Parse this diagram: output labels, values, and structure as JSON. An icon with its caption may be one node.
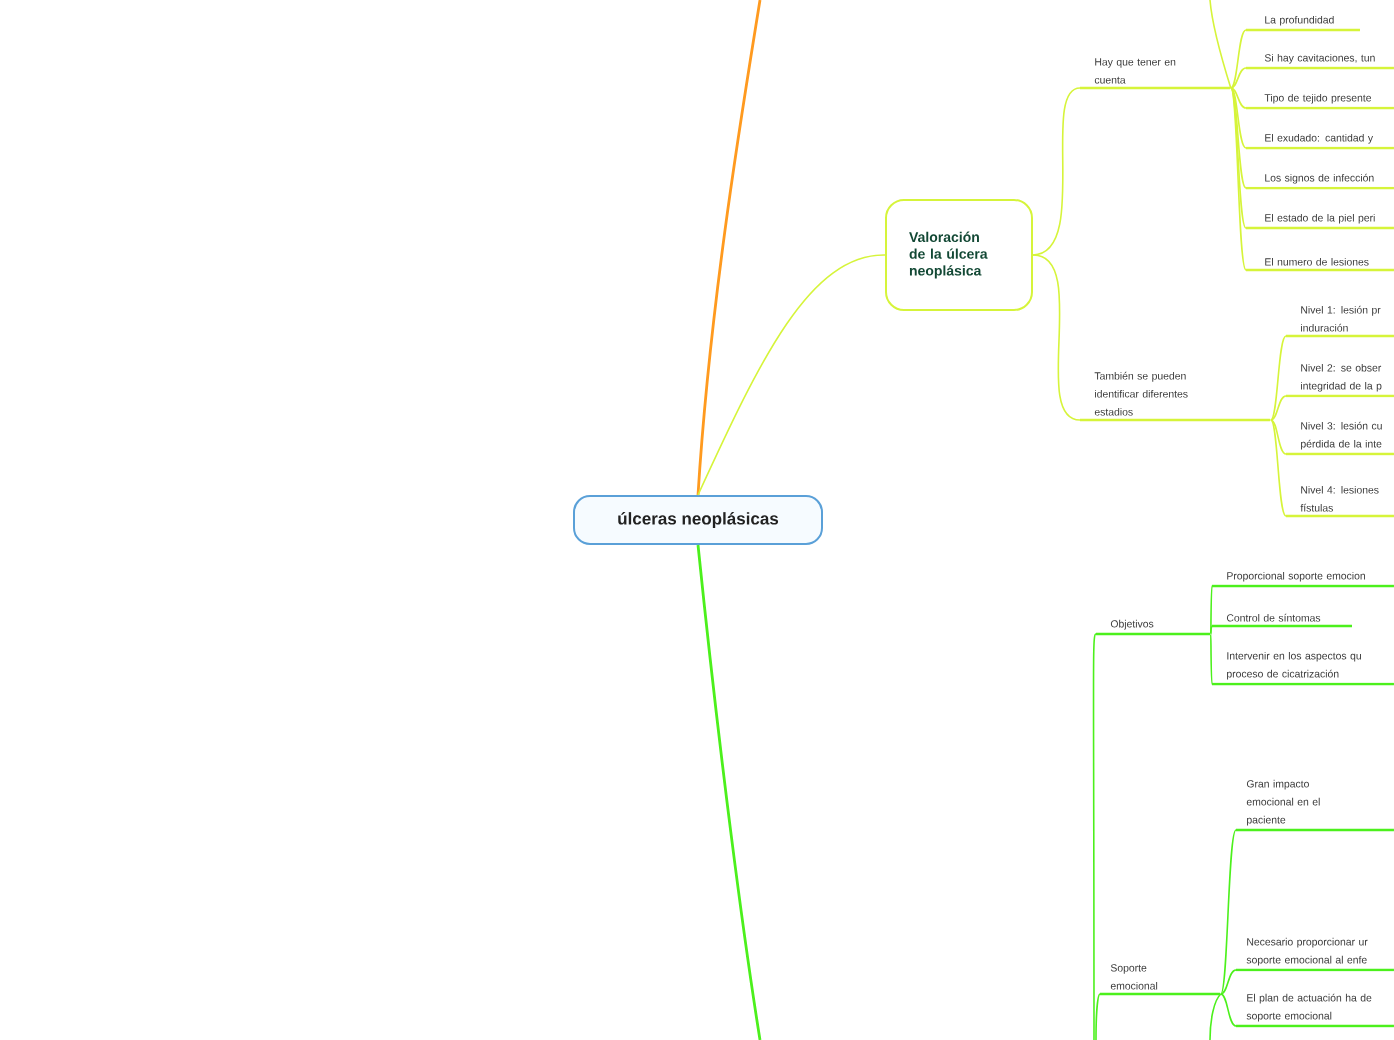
{
  "diagram": {
    "nodes": [
      {
        "text": [
          "úlceras neoplásicas"
        ]
      },
      {
        "text": [
          "Valoración de la úlcera neoplásica"
        ]
      },
      {
        "text": [
          "Hay que tener en cuenta"
        ]
      },
      {
        "text": [
          "La profundidad"
        ]
      },
      {
        "text": [
          "Si hay cavitaciones, tun"
        ]
      },
      {
        "text": [
          "Tipo de tejido presente"
        ]
      },
      {
        "text": [
          "El exudado: cantidad y"
        ]
      },
      {
        "text": [
          "Los signos de infección"
        ]
      },
      {
        "text": [
          "El estado de la piel peri"
        ]
      },
      {
        "text": [
          "El numero de lesiones"
        ]
      },
      {
        "text": [
          "También se pueden identificar diferentes estadios"
        ]
      },
      {
        "text": [
          "Nivel 1: lesión pr induración"
        ]
      },
      {
        "text": [
          "Nivel 2: se obser integridad de la p"
        ]
      },
      {
        "text": [
          "Nivel 3: lesión cu pérdida de la inte"
        ]
      },
      {
        "text": [
          "Nivel 4: lesiones fístulas"
        ]
      },
      {
        "text": [
          "Objetivos"
        ]
      },
      {
        "text": [
          "Proporcional soporte emocion"
        ]
      },
      {
        "text": [
          "Control de síntomas"
        ]
      },
      {
        "text": [
          "Intervenir en los aspectos qu proceso de cicatrización"
        ]
      },
      {
        "text": [
          "Soporte emocional"
        ]
      },
      {
        "text": [
          "Gran impacto emocional en el paciente"
        ]
      },
      {
        "text": [
          "Necesario proporcionar ur soporte emocional al enfe"
        ]
      },
      {
        "text": [
          "El plan de actuación ha de soporte emocional"
        ]
      }
    ],
    "edges": [
      {
        "from": 0,
        "to": null,
        "arrow": "none",
        "color": "#ff9a1f"
      },
      {
        "from": 0,
        "to": 1,
        "arrow": "none"
      },
      {
        "from": 0,
        "to": null,
        "arrow": "none",
        "color": "#4cf01c"
      },
      {
        "from": 1,
        "to": 2,
        "arrow": "none"
      },
      {
        "from": 2,
        "to": null,
        "arrow": "none"
      },
      {
        "from": 2,
        "to": 3,
        "arrow": "none"
      },
      {
        "from": 2,
        "to": 4,
        "arrow": "none"
      },
      {
        "from": 2,
        "to": 5,
        "arrow": "none"
      },
      {
        "from": 2,
        "to": 6,
        "arrow": "none"
      },
      {
        "from": 2,
        "to": 7,
        "arrow": "none"
      },
      {
        "from": 2,
        "to": 8,
        "arrow": "none"
      },
      {
        "from": 2,
        "to": 9,
        "arrow": "none"
      },
      {
        "from": 1,
        "to": 10,
        "arrow": "none"
      },
      {
        "from": 10,
        "to": 11,
        "arrow": "none"
      },
      {
        "from": 10,
        "to": 12,
        "arrow": "none"
      },
      {
        "from": 10,
        "to": 13,
        "arrow": "none"
      },
      {
        "from": 10,
        "to": 14,
        "arrow": "none"
      },
      {
        "from": null,
        "to": 15,
        "arrow": "none",
        "color": "#4cf01c"
      },
      {
        "from": 15,
        "to": 16,
        "arrow": "none",
        "color": "#4cf01c"
      },
      {
        "from": 15,
        "to": 17,
        "arrow": "none",
        "color": "#4cf01c"
      },
      {
        "from": 15,
        "to": 18,
        "arrow": "none",
        "color": "#4cf01c"
      },
      {
        "from": null,
        "to": 19,
        "arrow": "none",
        "color": "#4cf01c"
      },
      {
        "from": 19,
        "to": 20,
        "arrow": "none",
        "color": "#4cf01c"
      },
      {
        "from": 19,
        "to": 21,
        "arrow": "none",
        "color": "#4cf01c"
      },
      {
        "from": 19,
        "to": 22,
        "arrow": "none",
        "color": "#4cf01c"
      },
      {
        "from": 19,
        "to": null,
        "arrow": "none",
        "color": "#4cf01c"
      }
    ]
  }
}
